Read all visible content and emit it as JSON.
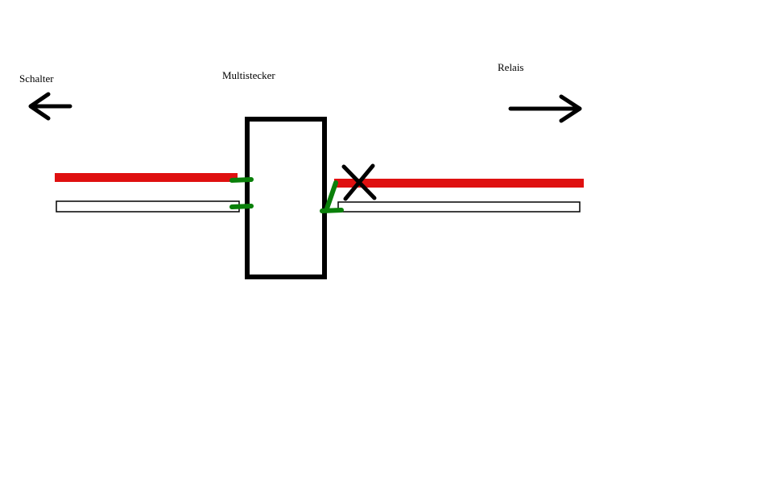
{
  "labels": {
    "schalter": "Schalter",
    "multistecker": "Multistecker",
    "relais": "Relais"
  },
  "icons": {
    "left_arrow": "←",
    "right_arrow": "→",
    "cross_mark": "✕"
  },
  "colors": {
    "canvas_bg": "#ffffff",
    "wire_red": "#df1010",
    "wire_white": "#ffffff",
    "connector_green": "#0a800a",
    "ink_black": "#000000"
  }
}
